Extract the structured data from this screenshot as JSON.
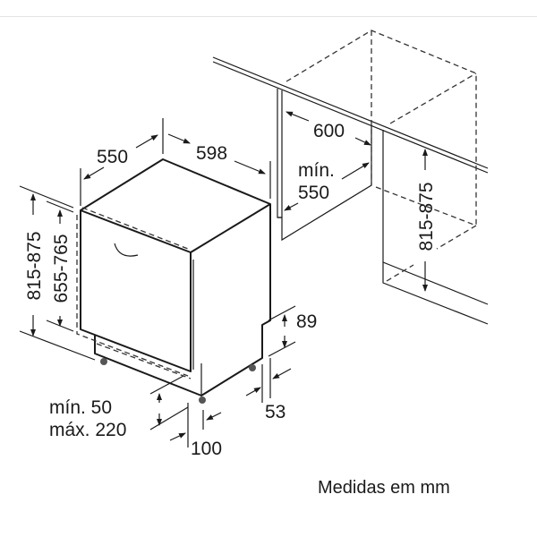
{
  "diagram": {
    "caption": "Medidas em mm",
    "dimensions": {
      "appliance_depth": "550",
      "appliance_width": "598",
      "niche_width": "600",
      "niche_depth_min_label": "mín.",
      "niche_depth_min": "550",
      "niche_height": "815-875",
      "appliance_height": "815-875",
      "door_height": "655-765",
      "plinth_height": "89",
      "plinth_recess": "53",
      "plinth_clearance_min": "mín. 50",
      "plinth_clearance_max": "máx. 220",
      "plinth_depth": "100"
    }
  }
}
